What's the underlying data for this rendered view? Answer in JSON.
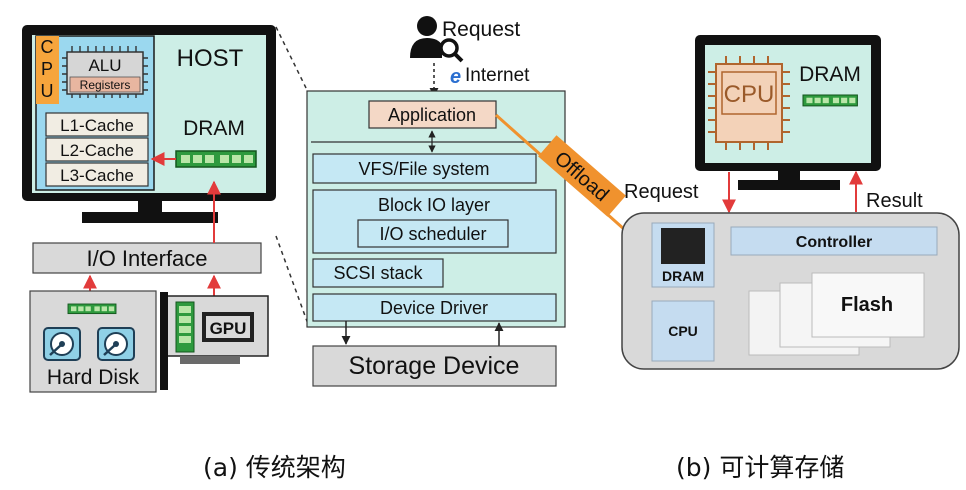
{
  "left": {
    "host_label": "HOST",
    "cpu_label": "CPU",
    "alu_label": "ALU",
    "registers_label": "Registers",
    "caches": [
      "L1-Cache",
      "L2-Cache",
      "L3-Cache"
    ],
    "dram_label": "DRAM",
    "io_interface_label": "I/O Interface",
    "hard_disk_label": "Hard Disk",
    "gpu_label": "GPU"
  },
  "middle": {
    "request_label": "Request",
    "internet_label": "Internet",
    "internet_logo": "e",
    "application_label": "Application",
    "vfs_label": "VFS/File system",
    "block_io_label": "Block IO layer",
    "io_scheduler_label": "I/O scheduler",
    "scsi_label": "SCSI stack",
    "device_driver_label": "Device Driver",
    "storage_device_label": "Storage Device",
    "offload_label": "Offload"
  },
  "right": {
    "cpu_chip_label": "CPU",
    "dram_label": "DRAM",
    "request_label": "Request",
    "result_label": "Result",
    "dram_box_label": "DRAM",
    "controller_label": "Controller",
    "cpu_box_label": "CPU",
    "flash_label": "Flash"
  },
  "captions": {
    "a": "(a) 传统架构",
    "b": "(b) 可计算存储"
  },
  "colors": {
    "screen_fill": "#cdeee6",
    "layer_fill": "#c5e8f4",
    "application_fill": "#f4d8c6",
    "offload_orange": "#f0922e",
    "arrow_red": "#e23b3b",
    "storage_gray": "#d9d9d9",
    "cpu_orange": "#f6a53c",
    "dram_green": "#2e9a3e"
  }
}
